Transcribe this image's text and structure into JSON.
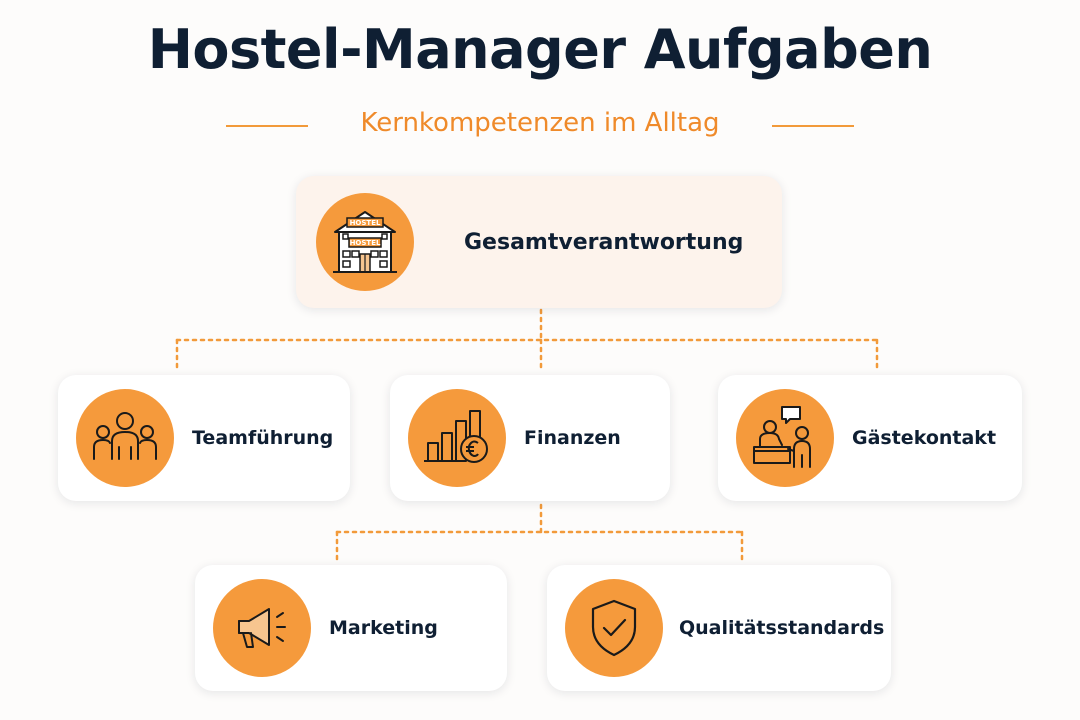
{
  "title": "Hostel-Manager Aufgaben",
  "subtitle": "Kernkompetenzen im Alltag",
  "colors": {
    "accent": "#f59a3c",
    "accent_text": "#ef8a2a",
    "title_text": "#0f1f33",
    "top_card_background": "#fdf3ec"
  },
  "root": {
    "label": "Gesamtverantwortung",
    "icon": "hostel-building-icon",
    "sign_top": "HOSTEL",
    "sign_middle": "HOSTEL"
  },
  "level2": [
    {
      "label": "Teamführung",
      "icon": "team-people-icon"
    },
    {
      "label": "Finanzen",
      "icon": "finance-euro-chart-icon"
    },
    {
      "label": "Gästekontakt",
      "icon": "guest-reception-icon"
    }
  ],
  "level3": [
    {
      "label": "Marketing",
      "icon": "megaphone-icon"
    },
    {
      "label": "Qualitätsstandards",
      "icon": "shield-check-icon"
    }
  ]
}
